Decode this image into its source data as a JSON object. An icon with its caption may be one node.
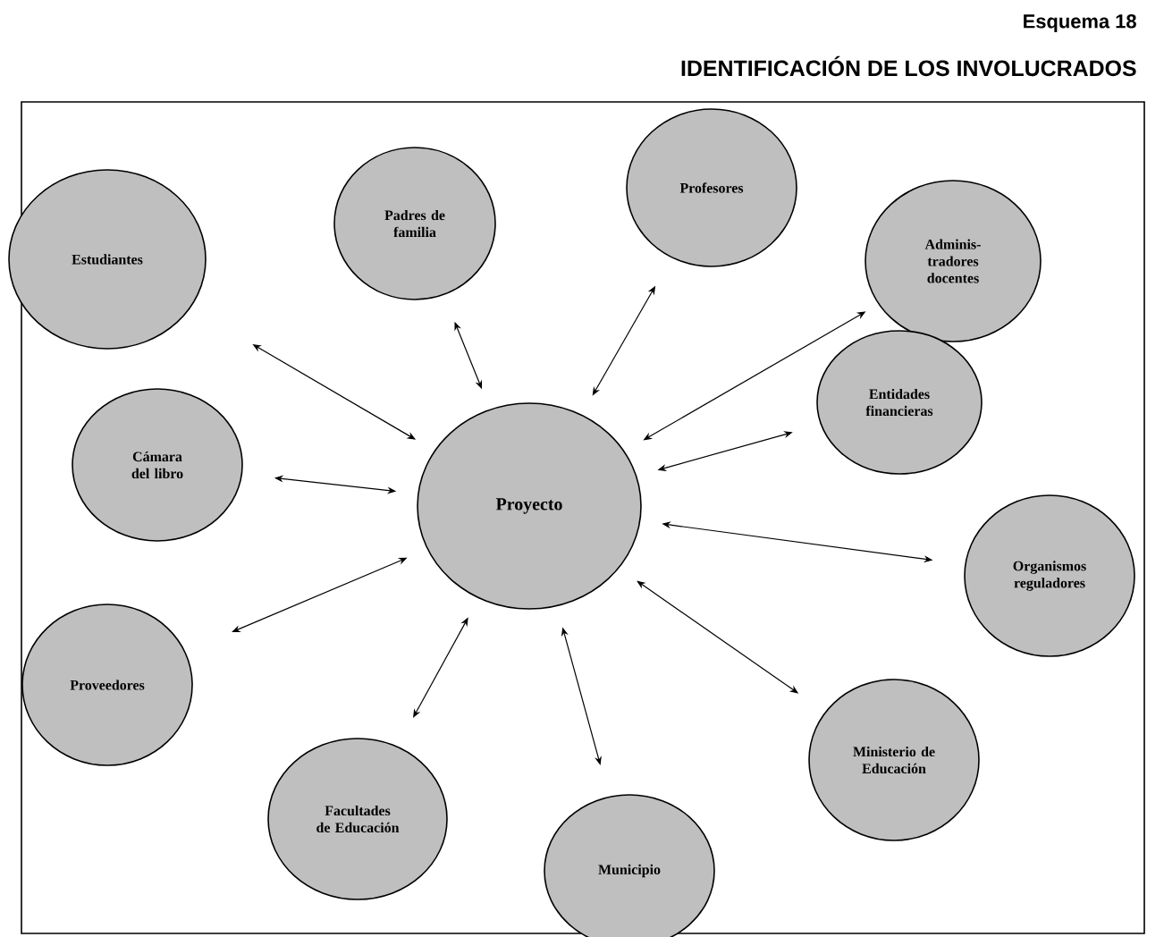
{
  "diagram": {
    "title": "IDENTIFICACIÓN DE LOS INVOLUCRADOS",
    "nodes": [
      {
        "text": [
          "Estudiantes"
        ]
      },
      {
        "text": [
          "Padres de familia"
        ]
      },
      {
        "text": [
          "Profesores"
        ]
      },
      {
        "text": [
          "Adminis- tradores docentes"
        ]
      },
      {
        "text": [
          "Entidades financieras"
        ]
      },
      {
        "text": [
          "Cámara del libro"
        ]
      },
      {
        "text": [
          "Proyecto"
        ]
      },
      {
        "text": [
          "Organismos reguladores"
        ]
      },
      {
        "text": [
          "Proveedores"
        ]
      },
      {
        "text": [
          "Ministerio de Educación"
        ]
      },
      {
        "text": [
          "Facultades de Educación"
        ]
      },
      {
        "text": [
          "Municipio"
        ]
      }
    ],
    "edges": [
      {
        "from": 6,
        "to": 0,
        "arrow": "both"
      },
      {
        "from": 6,
        "to": 1,
        "arrow": "both"
      },
      {
        "from": 6,
        "to": 2,
        "arrow": "both"
      },
      {
        "from": 6,
        "to": 3,
        "arrow": "both"
      },
      {
        "from": 6,
        "to": 4,
        "arrow": "both"
      },
      {
        "from": 6,
        "to": 5,
        "arrow": "both"
      },
      {
        "from": 6,
        "to": 7,
        "arrow": "both"
      },
      {
        "from": 6,
        "to": 8,
        "arrow": "both"
      },
      {
        "from": 6,
        "to": 9,
        "arrow": "both"
      },
      {
        "from": 6,
        "to": 10,
        "arrow": "both"
      },
      {
        "from": 6,
        "to": 11,
        "arrow": "both"
      }
    ],
    "labels": [
      "Esquema 18"
    ]
  }
}
